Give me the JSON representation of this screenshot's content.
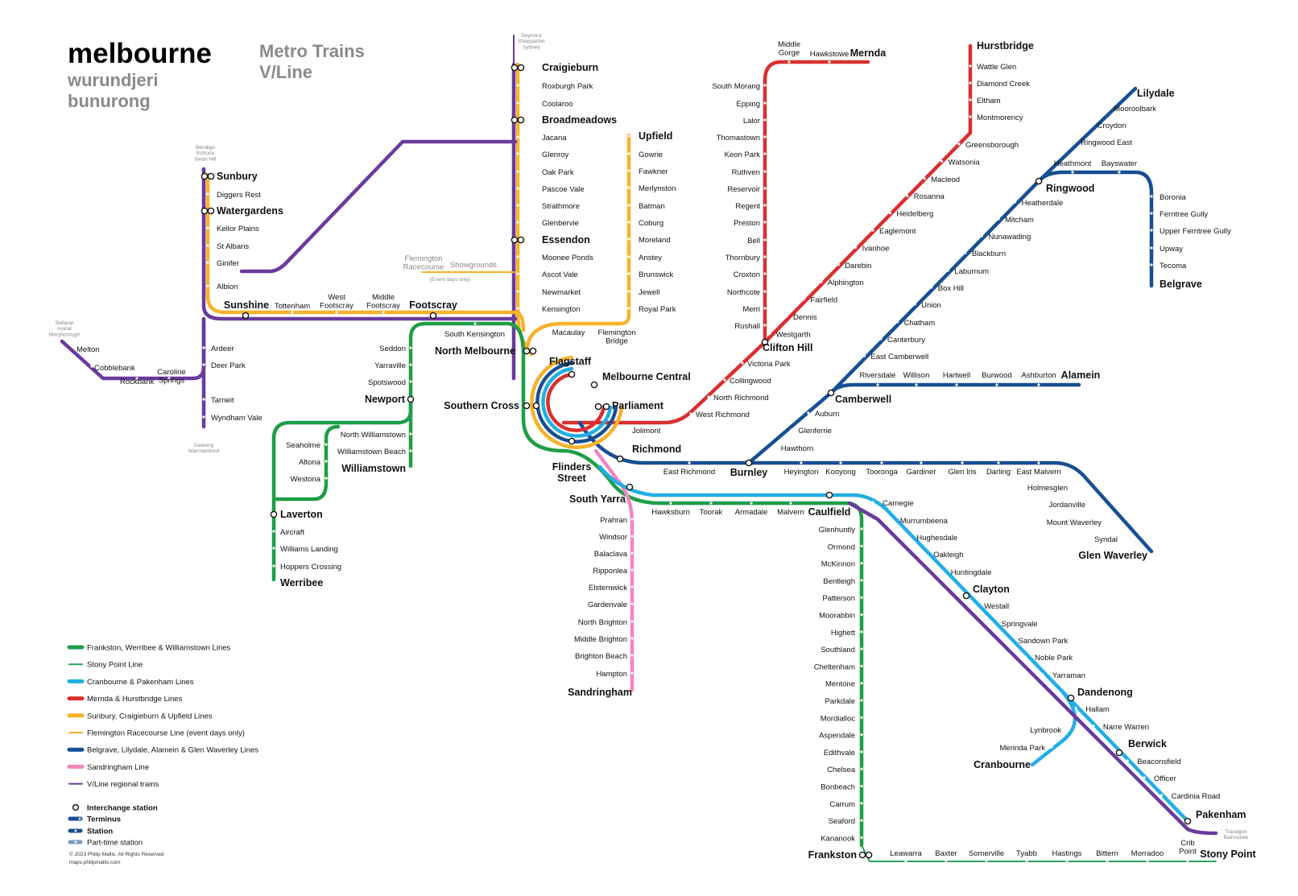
{
  "header": {
    "city": "melbourne",
    "names": [
      "wurundjeri",
      "bunurong"
    ],
    "operators": [
      "Metro Trains",
      "V/Line"
    ]
  },
  "colors": {
    "green": "#1e9e47",
    "stony": "#29a35b",
    "cyan": "#22aee6",
    "red": "#d8302f",
    "yellow": "#f6b22b",
    "darkblue": "#174f93",
    "pink": "#f285c1",
    "purple": "#6a3a9e"
  },
  "legend": {
    "lines": [
      {
        "label": "Frankston, Werribee & Williamstown Lines",
        "color": "green"
      },
      {
        "label": "Stony Point Line",
        "color": "stony"
      },
      {
        "label": "Cranbourne & Pakenham Lines",
        "color": "cyan"
      },
      {
        "label": "Mernda & Hurstbridge Lines",
        "color": "red"
      },
      {
        "label": "Sunbury, Craigieburn & Upfield Lines",
        "color": "yellow"
      },
      {
        "label": "Flemington Racecourse Line (event days only)",
        "color": "yellow"
      },
      {
        "label": "Belgrave, Lilydale, Alamein & Glen Waverley Lines",
        "color": "darkblue"
      },
      {
        "label": "Sandringham Line",
        "color": "pink"
      },
      {
        "label": "V/Line regional trains",
        "color": "purple"
      }
    ],
    "symbols": [
      "Interchange station",
      "Terminus",
      "Station",
      "Part-time station"
    ]
  },
  "copyright": [
    "© 2023 Philip Mallis. All Rights Reserved",
    "maps.philipmallis.com"
  ],
  "event_note": "(Event days only)",
  "destinations": {
    "north": [
      "Seymour",
      "Shepparton",
      "Sydney"
    ],
    "bendigo": [
      "Bendigo",
      "Echuca",
      "Swan Hill"
    ],
    "ballarat": [
      "Ballarat",
      "Ararat",
      "Maryborough"
    ],
    "geelong": [
      "Geelong",
      "Warrnambool"
    ],
    "traralgon": [
      "Traralgon",
      "Bairnsdale"
    ]
  },
  "stations": {
    "craigieburn": [
      "Craigieburn",
      "Roxburgh Park",
      "Coolaroo",
      "Broadmeadows",
      "Jacana",
      "Glenroy",
      "Oak Park",
      "Pascoe Vale",
      "Strathmore",
      "Glenbervie",
      "Essendon",
      "Moonee Ponds",
      "Ascot Vale",
      "Newmarket",
      "Kensington"
    ],
    "upfield": [
      "Upfield",
      "Gowrie",
      "Fawkner",
      "Merlynston",
      "Batman",
      "Coburg",
      "Moreland",
      "Anstey",
      "Brunswick",
      "Jewell",
      "Royal Park"
    ],
    "upfield_south": [
      "Macaulay",
      "Flemington Bridge"
    ],
    "sunbury": [
      "Sunbury",
      "Diggers Rest",
      "Watergardens",
      "Keilor Plains",
      "St Albans",
      "Ginifer",
      "Albion"
    ],
    "sunshine_row": [
      "Sunshine",
      "Tottenham",
      "West Footscray",
      "Middle Footscray",
      "Footscray"
    ],
    "flemington": [
      "Flemington Racecourse",
      "Showgrounds"
    ],
    "inner": [
      "South Kensington",
      "North Melbourne",
      "Southern Cross",
      "Flagstaff",
      "Melbourne Central",
      "Parliament",
      "Flinders Street",
      "Richmond",
      "Jolimont",
      "South Yarra"
    ],
    "williamstown_line": [
      "Seddon",
      "Yarraville",
      "Spotswood",
      "Newport",
      "North Williamstown",
      "Williamstown Beach",
      "Williamstown"
    ],
    "werribee": [
      "Seaholme",
      "Altona",
      "Westona",
      "Laverton",
      "Aircraft",
      "Williams Landing",
      "Hoppers Crossing",
      "Werribee"
    ],
    "regional_west": [
      "Melton",
      "Cobblebank",
      "Rockbank",
      "Caroline Springs",
      "Ardeer",
      "Deer Park",
      "Tarneit",
      "Wyndham Vale"
    ],
    "mernda": [
      "Middle Gorge",
      "Hawkstowe",
      "Mernda",
      "South Morang",
      "Epping",
      "Lalor",
      "Thomastown",
      "Keon Park",
      "Ruthven",
      "Reservoir",
      "Regent",
      "Preston",
      "Bell",
      "Thornbury",
      "Croxton",
      "Northcote",
      "Merri",
      "Rushall",
      "Clifton Hill"
    ],
    "hurstbridge": [
      "Hurstbridge",
      "Wattle Glen",
      "Diamond Creek",
      "Eltham",
      "Montmorency",
      "Greensborough",
      "Watsonia",
      "Macleod",
      "Rosanna",
      "Heidelberg",
      "Eaglemont",
      "Ivanhoe",
      "Darebin",
      "Alphington",
      "Fairfield",
      "Dennis",
      "Westgarth"
    ],
    "clifton_south": [
      "Victoria Park",
      "Collingwood",
      "North Richmond",
      "West Richmond"
    ],
    "lilydale": [
      "Lilydale",
      "Mooroolbark",
      "Croydon",
      "Ringwood East",
      "Ringwood",
      "Heatherdale",
      "Mitcham",
      "Nunawading",
      "Blackburn",
      "Laburnum",
      "Box Hill",
      "Union",
      "Chatham",
      "Canterbury",
      "East Camberwell",
      "Camberwell",
      "Auburn",
      "Glenferrie",
      "Hawthorn"
    ],
    "belgrave": [
      "Heathmont",
      "Bayswater",
      "Boronia",
      "Ferntree Gully",
      "Upper Ferntree Gully",
      "Upway",
      "Tecoma",
      "Belgrave"
    ],
    "alamein": [
      "Riversdale",
      "Willison",
      "Hartwell",
      "Burwood",
      "Ashburton",
      "Alamein"
    ],
    "glen_waverley": [
      "East Richmond",
      "Burnley",
      "Heyington",
      "Kooyong",
      "Tooronga",
      "Gardiner",
      "Glen Iris",
      "Darling",
      "East Malvern",
      "Holmesglen",
      "Jordanville",
      "Mount Waverley",
      "Syndal",
      "Glen Waverley"
    ],
    "frankston": [
      "Hawksburn",
      "Toorak",
      "Armadale",
      "Malvern",
      "Caulfield",
      "Glenhuntly",
      "Ormond",
      "McKinnon",
      "Bentleigh",
      "Patterson",
      "Moorabbin",
      "Highett",
      "Southland",
      "Cheltenham",
      "Mentone",
      "Parkdale",
      "Mordialloc",
      "Aspendale",
      "Edithvale",
      "Chelsea",
      "Bonbeach",
      "Carrum",
      "Seaford",
      "Kananook",
      "Frankston"
    ],
    "stony_point": [
      "Leawarra",
      "Baxter",
      "Somerville",
      "Tyabb",
      "Hastings",
      "Bittern",
      "Morradoo",
      "Crib Point",
      "Stony Point"
    ],
    "sandringham": [
      "Prahran",
      "Windsor",
      "Balaclava",
      "Ripponlea",
      "Elsternwick",
      "Gardenvale",
      "North Brighton",
      "Middle Brighton",
      "Brighton Beach",
      "Hampton",
      "Sandringham"
    ],
    "pakenham": [
      "Carnegie",
      "Murrumbeena",
      "Hughesdale",
      "Oakleigh",
      "Huntingdale",
      "Clayton",
      "Westall",
      "Springvale",
      "Sandown Park",
      "Noble Park",
      "Yarraman",
      "Dandenong",
      "Hallam",
      "Narre Warren",
      "Berwick",
      "Beaconsfield",
      "Officer",
      "Cardinia Road",
      "Pakenham"
    ],
    "cranbourne": [
      "Lynbrook",
      "Merinda Park",
      "Cranbourne"
    ]
  }
}
